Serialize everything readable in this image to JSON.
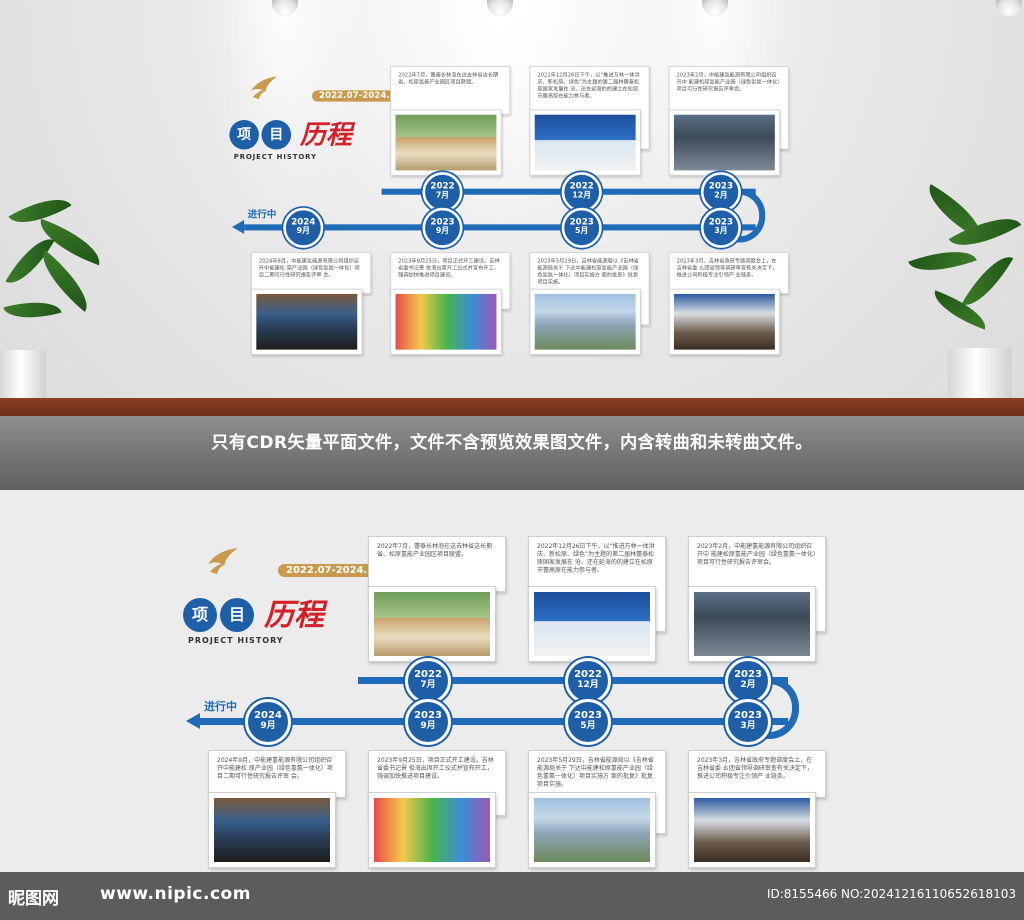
{
  "design": {
    "title_blue_chars": [
      "项",
      "目"
    ],
    "title_red": "历程",
    "title_en": "PROJECT HISTORY",
    "date_range": "2022.07-2024.09",
    "ongoing_label": "进行中",
    "milestones_top": [
      {
        "year": "2022",
        "month": "7月",
        "text": "2022年7月，蕾泰长林泡在这去林省这长期 省、松原氢能产业园区项目联盟。"
      },
      {
        "year": "2022",
        "month": "12月",
        "text": "2022年12月26日下午，以“推进万林一体洪庆、新松原、绿色”为主题的第二届林蕾泰松原国家发展在 沧、还在延海的的建立在松原市蕾高原在能力参与者。"
      },
      {
        "year": "2023",
        "month": "2月",
        "text": "2023年2月，中能建氢能源有限公司组织召开中 能建松原氢能产业园（绿色氢氨一体化）项目可行性研究报告评审会。"
      }
    ],
    "milestones_bottom": [
      {
        "year": "2024",
        "month": "9月",
        "text": "2024年9月，中能建氢能源有限公司组织召开中能建松 原产业园（绿色氢氨一体化）项目二期可行性研究报告评审 会。"
      },
      {
        "year": "2023",
        "month": "9月",
        "text": "2023年9月25日，项目正式开工建设。吉林省委书记景 俊海出席开工仪式并宣布开工，强调加快推进项目建设。"
      },
      {
        "year": "2023",
        "month": "5月",
        "text": "2023年5月29日，吉林省能源局以《吉林省能源局关于 下达中能建松原氢能产业园（绿色氢氨一体化）项目实施方 案的批复》批复项目实施。"
      },
      {
        "year": "2023",
        "month": "3月",
        "text": "2023年3月，吉林省政府专题调度会上，在吉林省委 幺团省领导调研审查有关决定下，推进公司积极专注引领产 业链条。"
      }
    ]
  },
  "mockup": {
    "caption": "只有CDR矢量平面文件，文件不含预览效果图文件，内含转曲和未转曲文件。"
  },
  "footer": {
    "logo_text": "昵图网",
    "url": "www.nipic.com",
    "id_text": "ID:8155466 NO:20241216110652618103"
  },
  "colors": {
    "brand_blue": "#1f5fa8",
    "title_red": "#d3202b",
    "date_gold": "#c99a4b",
    "floor_wood": "#7a351f"
  }
}
